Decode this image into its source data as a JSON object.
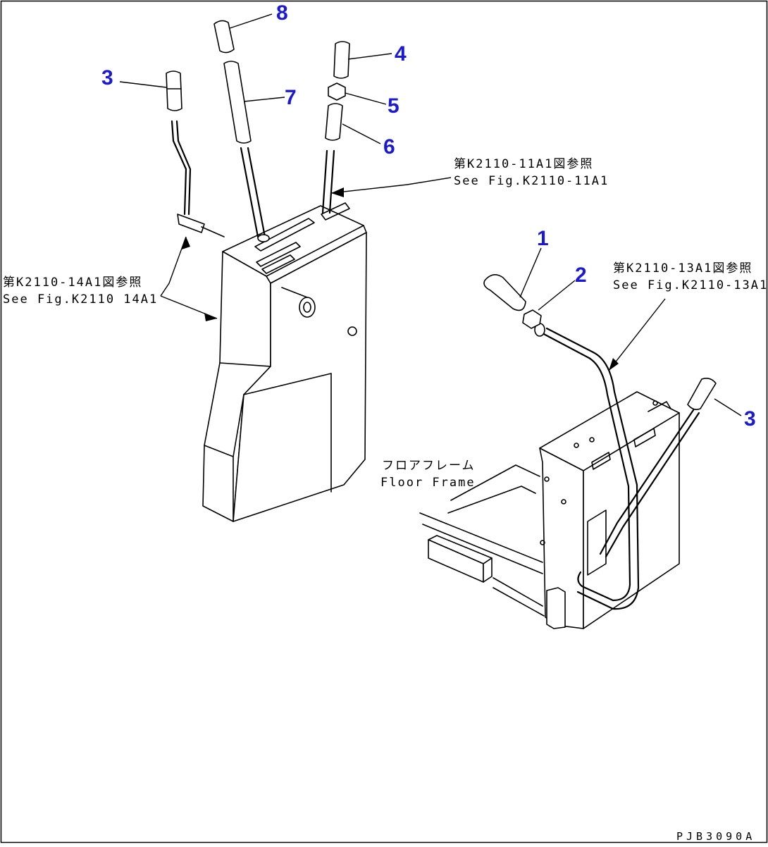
{
  "callouts": {
    "c1": "1",
    "c2": "2",
    "c3a": "3",
    "c3b": "3",
    "c4": "4",
    "c5": "5",
    "c6": "6",
    "c7": "7",
    "c8": "8"
  },
  "references": {
    "ref_11_jp": "第K2110-11A1図参照",
    "ref_11_en": "See Fig.K2110-11A1",
    "ref_14_jp": "第K2110-14A1図参照",
    "ref_14_en": "See Fig.K2110 14A1",
    "ref_13_jp": "第K2110-13A1図参照",
    "ref_13_en": "See Fig.K2110-13A1"
  },
  "labels": {
    "floor_frame_jp": "フロアフレーム",
    "floor_frame_en": "Floor Frame"
  },
  "drawing_code": "PJB3090A",
  "colors": {
    "callout": "#1a1ad6",
    "line": "#000000",
    "background": "#ffffff"
  }
}
